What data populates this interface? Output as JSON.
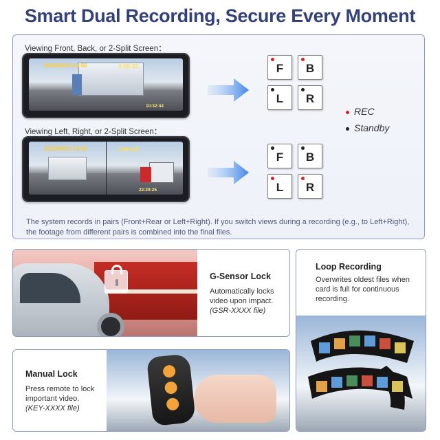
{
  "headline": "Smart Dual Recording, Secure Every Moment",
  "recording_panel": {
    "caption_front_back": "Viewing  Front, Back, or 2-Split Screen：",
    "caption_left_right": "Viewing  Left, Right, or 2-Split Screen：",
    "screen1": {
      "date": "2025/06/15 13:56",
      "time": "3:06:32",
      "hud": "10:32:44"
    },
    "screen2": {
      "date": "2025/06/15 13:56",
      "time": "3:06:32",
      "hud": "22:29:25"
    },
    "camera_keys": [
      "F",
      "B",
      "L",
      "R"
    ],
    "group1_status": [
      "rec",
      "rec",
      "standby",
      "standby"
    ],
    "group2_status": [
      "standby",
      "standby",
      "rec",
      "rec"
    ],
    "legend": {
      "rec": "REC",
      "standby": "Standby"
    },
    "colors": {
      "rec": "#e02020",
      "standby": "#222222",
      "arrow": "#3d86e8",
      "headline": "#34407a"
    },
    "note": "The system records in pairs (Front+Rear or Left+Right). If you switch views during a recording (e.g., to Left+Right), the footage from different pairs is combined into the final files."
  },
  "gsensor": {
    "title": "G-Sensor Lock",
    "body": "Automatically locks video upon impact.",
    "file": "(GSR-XXXX file)",
    "icon": "padlock-icon"
  },
  "loop": {
    "title": "Loop Recording",
    "body": "Overwrites oldest files when card is full for continuous recording.",
    "icon": "film-reel-icon"
  },
  "manual": {
    "title": "Manual Lock",
    "body": "Press remote to lock important video.",
    "file": "(KEY-XXXX file)",
    "icon": "remote-control-icon"
  }
}
